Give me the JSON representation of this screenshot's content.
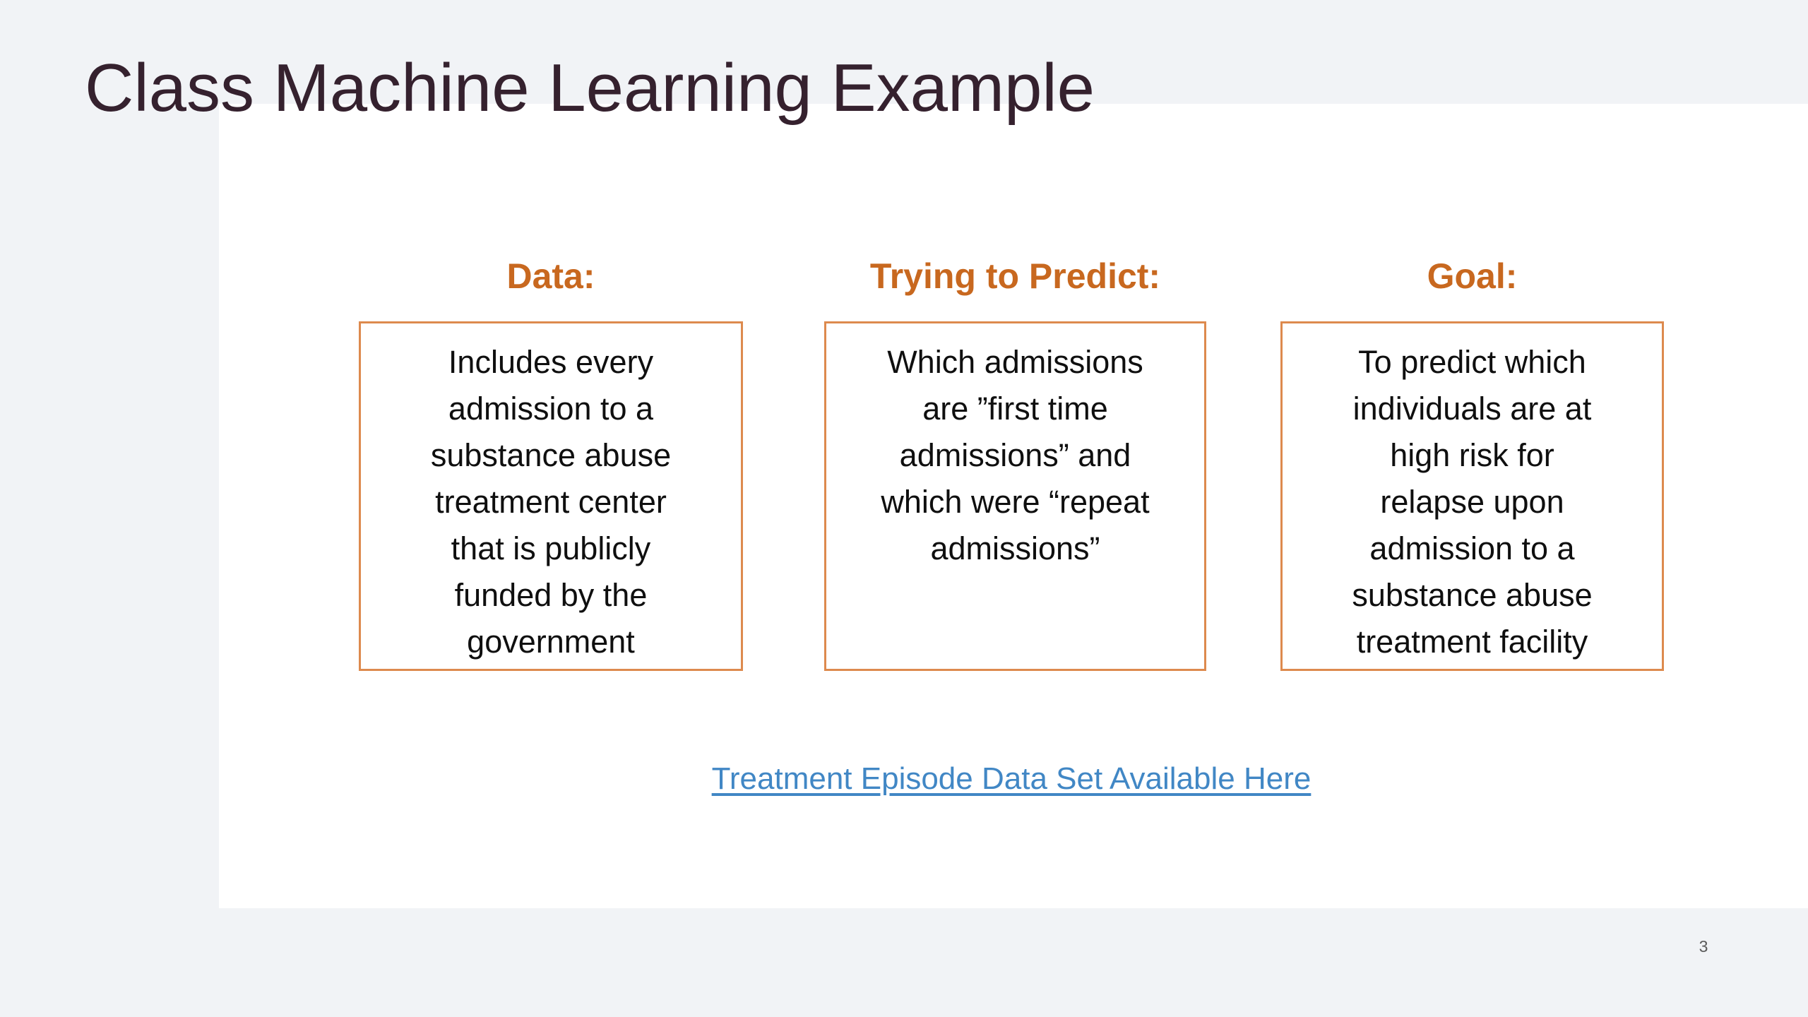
{
  "page": {
    "background_color": "#f1f3f6",
    "slide_background_color": "#ffffff",
    "page_number": "3"
  },
  "title": {
    "text": "Class Machine Learning Example",
    "color": "#35212e"
  },
  "columns": [
    {
      "header": "Data:",
      "body": "Includes every\nadmission to a\nsubstance abuse\ntreatment center\nthat is publicly\nfunded by the\ngovernment"
    },
    {
      "header": "Trying to Predict:",
      "body": "Which admissions\nare ”first time\nadmissions” and\nwhich were “repeat\nadmissions”"
    },
    {
      "header": "Goal:",
      "body": "To predict which\nindividuals are at\nhigh risk for\nrelapse upon\nadmission to a\nsubstance abuse\ntreatment facility"
    }
  ],
  "link": {
    "text": "Treatment Episode Data Set Available Here",
    "color": "#4187c5"
  },
  "accents": {
    "header_orange": "#c8681f",
    "box_border_orange": "#dd8a4e",
    "body_text_color": "#0f0f0f"
  }
}
